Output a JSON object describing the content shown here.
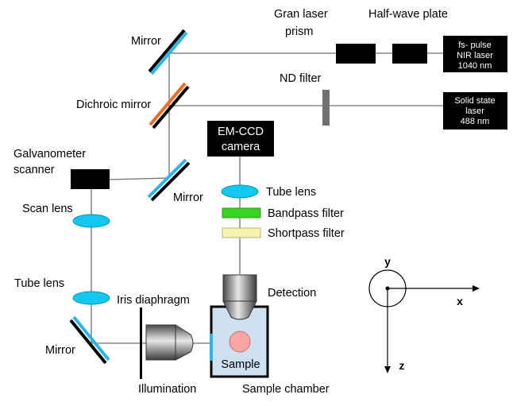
{
  "colors": {
    "beam": "#6e6e6e",
    "mirror_black": "#000000",
    "mirror_coating": "#2ab7e8",
    "dichroic_coating": "#f26b21",
    "lens_fill": "#12c8f0",
    "bandpass_fill": "#3ad420",
    "shortpass_fill": "#f6f2b0",
    "chamber_fill": "#cfe0f1",
    "sample_fill": "#f7a6a3",
    "nd_filter": "#707070",
    "box_fill": "#000000"
  },
  "labels": {
    "gran_laser_prism_line1": "Gran laser",
    "gran_laser_prism_line2": "prism",
    "half_wave_plate": "Half-wave plate",
    "mirror_top": "Mirror",
    "dichroic_mirror": "Dichroic mirror",
    "nd_filter": "ND filter",
    "galvanometer_line1": "Galvanometer",
    "galvanometer_line2": "scanner",
    "mirror_mid": "Mirror",
    "scan_lens": "Scan lens",
    "tube_lens_left": "Tube lens",
    "iris_diaphragm": "Iris diaphragm",
    "mirror_bottom": "Mirror",
    "illumination": "Illumination",
    "sample_chamber": "Sample chamber",
    "sample": "Sample",
    "detection": "Detection",
    "tube_lens_right": "Tube lens",
    "bandpass_filter": "Bandpass filter",
    "shortpass_filter": "Shortpass filter"
  },
  "boxes": {
    "fs_laser": [
      "fs- pulse",
      "NIR laser",
      "1040 nm"
    ],
    "solid_laser": [
      "Solid state",
      "laser",
      "488 nm"
    ],
    "emccd": [
      "EM-CCD",
      "camera"
    ]
  },
  "axes": {
    "x": "x",
    "y": "y",
    "z": "z"
  }
}
